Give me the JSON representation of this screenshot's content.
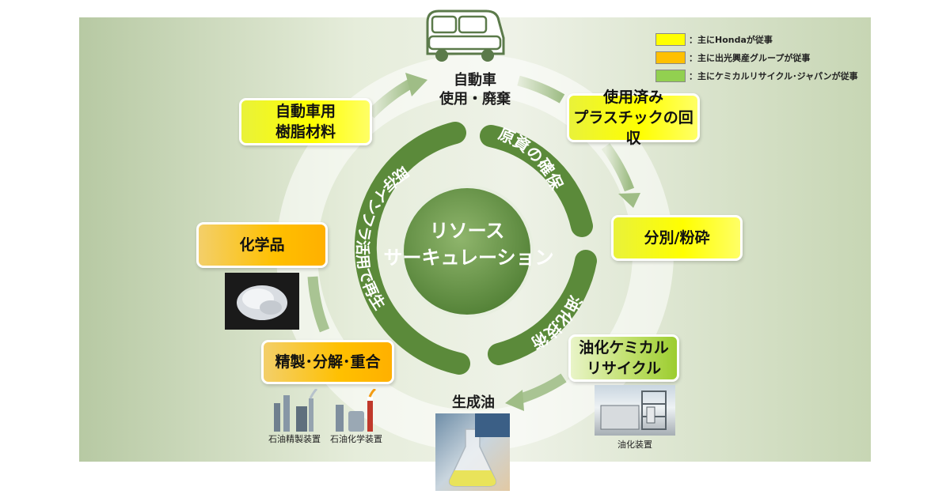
{
  "colors": {
    "honda": "#ffff00",
    "idemitsu": "#ffc000",
    "cj": "#92d050",
    "ring_dark": "#5b8a3a",
    "ring_light": "#dde8d2"
  },
  "legend": [
    {
      "swatch": "honda",
      "label": "：主にHondaが従事"
    },
    {
      "swatch": "idemitsu",
      "label": "：主に出光興産グループが従事"
    },
    {
      "swatch": "cj",
      "label": "：主にケミカルリサイクル･ジャパンが従事"
    }
  ],
  "center": {
    "line1": "リソース",
    "line2": "サーキュレーション"
  },
  "ring_labels": {
    "top_right": "原資の確保",
    "bottom_right": "油化技術",
    "left": "既存インフラ活用で再生"
  },
  "nodes": {
    "car": {
      "line1": "自動車",
      "line2": "使用・廃棄"
    },
    "collection": {
      "line1": "使用済み",
      "line2": "プラスチックの回収"
    },
    "sorting": {
      "line1": "分別/粉砕"
    },
    "oil_recycle": {
      "line1": "油化ケミカル",
      "line2": "リサイクル"
    },
    "oil": {
      "line1": "生成油"
    },
    "refine": {
      "line1": "精製･分解･重合"
    },
    "chemicals": {
      "line1": "化学品"
    },
    "resin": {
      "line1": "自動車用",
      "line2": "樹脂材料"
    }
  },
  "captions": {
    "oil_unit": "油化装置",
    "refinery": "石油精製装置",
    "petrochem": "石油化学装置"
  }
}
